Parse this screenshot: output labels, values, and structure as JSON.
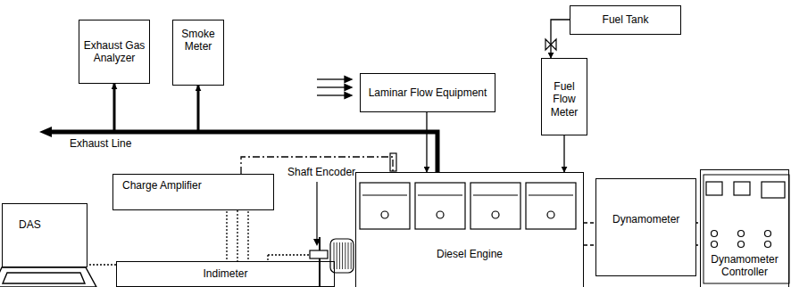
{
  "diagram": {
    "nodes": [
      {
        "text": [
          "Exhaust Gas Analyzer"
        ]
      },
      {
        "text": [
          "Smoke Meter"
        ]
      },
      {
        "text": [
          "Fuel Tank"
        ]
      },
      {
        "text": [
          "Laminar Flow Equipment"
        ]
      },
      {
        "text": [
          "Fuel Flow Meter"
        ]
      },
      {
        "text": [
          "Charge Amplifier"
        ]
      },
      {
        "text": [
          "DAS"
        ]
      },
      {
        "text": [
          "Diesel Engine"
        ]
      },
      {
        "text": [
          "Dynamometer"
        ]
      },
      {
        "text": [
          "Dynamometer Controller"
        ]
      },
      {
        "text": [
          "Indimeter"
        ]
      }
    ],
    "edges": [
      {
        "from": 7,
        "to": 0,
        "arrow": "to"
      },
      {
        "from": 7,
        "to": 1,
        "arrow": "to"
      },
      {
        "from": 2,
        "to": 4,
        "arrow": "to"
      },
      {
        "from": 3,
        "to": 7,
        "arrow": "to"
      },
      {
        "from": 4,
        "to": 7,
        "arrow": "to"
      },
      {
        "from": 7,
        "to": 8,
        "arrow": "none"
      },
      {
        "from": 8,
        "to": 9,
        "arrow": "none"
      },
      {
        "from": 5,
        "to": 7,
        "arrow": "none"
      },
      {
        "from": 5,
        "to": 10,
        "arrow": "none"
      },
      {
        "from": 10,
        "to": 6,
        "arrow": "none"
      }
    ],
    "labels": [
      "Exhaust Line",
      "Shaft Encoder"
    ]
  }
}
